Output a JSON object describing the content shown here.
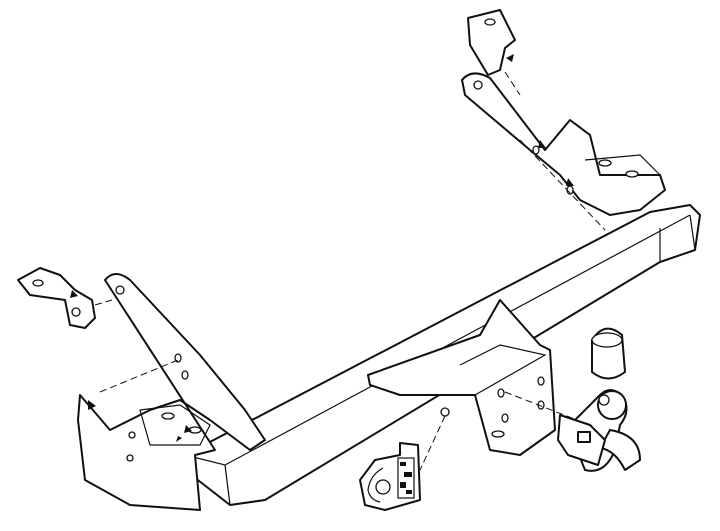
{
  "diagram": {
    "colors": {
      "line": "#111111",
      "background": "#ffffff"
    },
    "parts": [
      "crossbar-beam",
      "left-bracket",
      "right-bracket",
      "left-clamp-plate",
      "right-clamp-plate",
      "center-mount-plate",
      "tow-ball",
      "ball-cap",
      "socket-plate",
      "socket-bracket"
    ]
  }
}
